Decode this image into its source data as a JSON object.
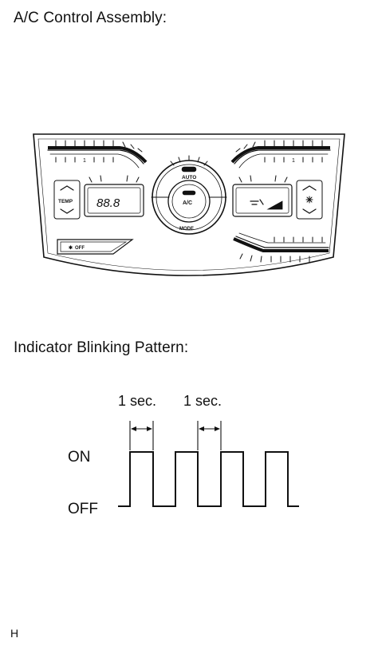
{
  "headings": {
    "assembly": "A/C Control Assembly:",
    "pattern": "Indicator Blinking Pattern:"
  },
  "panel": {
    "display_left": "88.8",
    "temp_label": "TEMP",
    "auto_label": "AUTO",
    "ac_label": "A/C",
    "mode_label": "MODE",
    "off_label": "OFF",
    "left_scale_digit": "1",
    "right_scale_digit": "1"
  },
  "timing": {
    "interval_1": "1 sec.",
    "interval_2": "1 sec.",
    "on_label": "ON",
    "off_label": "OFF"
  },
  "footer": "H"
}
